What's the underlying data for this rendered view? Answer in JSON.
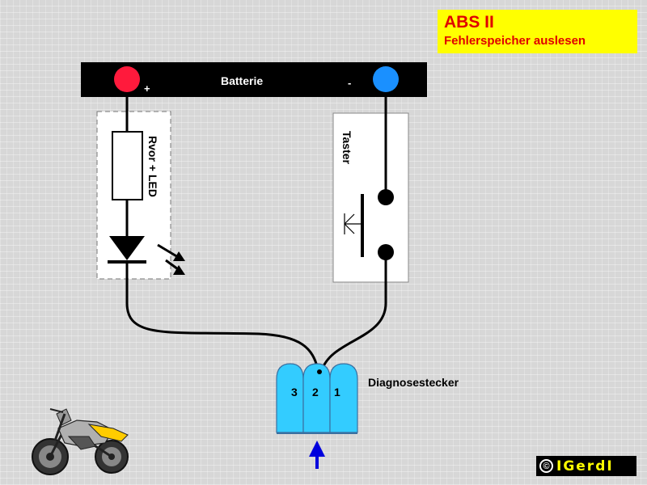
{
  "header": {
    "title": "ABS II",
    "subtitle": "Fehlerspeicher auslesen"
  },
  "battery": {
    "label": "Batterie",
    "plus_sign": "+",
    "minus_sign": "-"
  },
  "resistor_led": {
    "label": "Rvor + LED"
  },
  "button": {
    "label": "Taster"
  },
  "connector": {
    "label": "Diagnosestecker",
    "pins": [
      "3",
      "2",
      "1"
    ]
  },
  "copyright": {
    "symbol": "©",
    "author": "IGerdI"
  },
  "colors": {
    "title_background": "#ffff00",
    "title_text": "#e00000",
    "positive_terminal": "#ff1a3c",
    "negative_terminal": "#1a90ff",
    "connector_fill": "#33ccff",
    "arrow": "#0000dd",
    "battery_bar": "#000000"
  }
}
